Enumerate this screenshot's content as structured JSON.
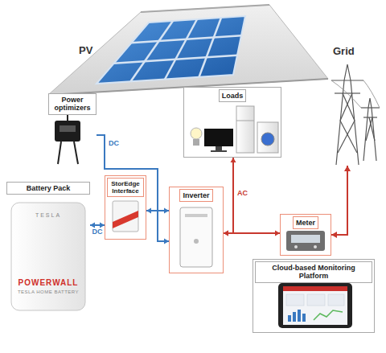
{
  "diagram": {
    "nodes": [
      {
        "text": [
          "Power optimizers"
        ]
      },
      {
        "text": [
          "Loads"
        ]
      },
      {
        "text": [
          "Battery Pack"
        ]
      },
      {
        "text": [
          "StorEdge Interface"
        ]
      },
      {
        "text": [
          "Inverter"
        ]
      },
      {
        "text": [
          "Meter"
        ]
      },
      {
        "text": [
          "Cloud-based Monitoring Platform"
        ]
      }
    ],
    "edges": [
      {
        "from": 0,
        "to": 4,
        "arrow": "to",
        "label": "DC"
      },
      {
        "from": 2,
        "to": 3,
        "arrow": "both",
        "label": "DC"
      },
      {
        "from": 3,
        "to": 4,
        "arrow": "both"
      },
      {
        "from": 4,
        "to": 1,
        "arrow": "both",
        "label": "AC"
      },
      {
        "from": 4,
        "to": 5,
        "arrow": "both"
      }
    ],
    "labels": [
      "PV",
      "Grid",
      "TESLA",
      "POWERWALL",
      "TESLA HOME BATTERY"
    ]
  }
}
